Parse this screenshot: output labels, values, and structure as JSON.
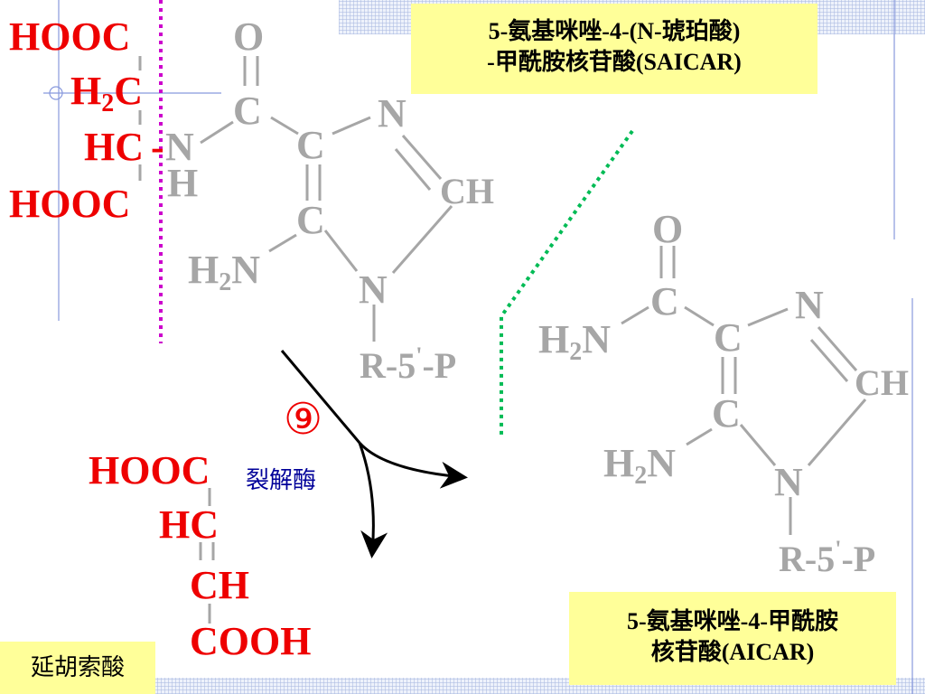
{
  "colors": {
    "red": "#ee0000",
    "gray": "#a6a6a6",
    "yellow_box": "#ffff99",
    "magenta_dotted": "#cc00cc",
    "green_dotted": "#00bb55",
    "navy": "#000099",
    "guide_blue": "#8899dd"
  },
  "saicar": {
    "name_line1": "5-氨基咪唑-4-(N-琥珀酸)",
    "name_line2": "-甲酰胺核苷酸(SAICAR)",
    "atoms": {
      "hooc_top": "HOOC",
      "h2c_h": "H",
      "h2c_sub": "2",
      "h2c_c": "C",
      "hc": "HC",
      "dash": "-",
      "n_amide": "N",
      "h_amide": "H",
      "hooc_bottom": "HOOC",
      "o": "O",
      "c_carbonyl": "C",
      "c4": "C",
      "n3": "N",
      "ch2": "CH",
      "c5": "C",
      "h2n_h": "H",
      "h2n_sub": "2",
      "h2n_n": "N",
      "n1": "N",
      "r_main": "R-5",
      "r_prime": "'",
      "r_p": "-P"
    }
  },
  "aicar": {
    "name_line1": "5-氨基咪唑-4-甲酰胺",
    "name_line2": "核苷酸(AICAR)",
    "atoms": {
      "o": "O",
      "c_carbonyl": "C",
      "h2n_amide_h": "H",
      "h2n_amide_sub": "2",
      "h2n_amide_n": "N",
      "c4": "C",
      "n3": "N",
      "ch2": "CH",
      "c5": "C",
      "h2n_h": "H",
      "h2n_sub": "2",
      "h2n_n": "N",
      "n1": "N",
      "r_main": "R-5",
      "r_prime": "'",
      "r_p": "-P"
    }
  },
  "fumarate": {
    "name": "延胡索酸",
    "atoms": {
      "hooc": "HOOC",
      "hc": "HC",
      "ch": "CH",
      "cooh": "COOH"
    }
  },
  "reaction": {
    "step_number": "⑨",
    "enzyme": "裂解酶"
  }
}
